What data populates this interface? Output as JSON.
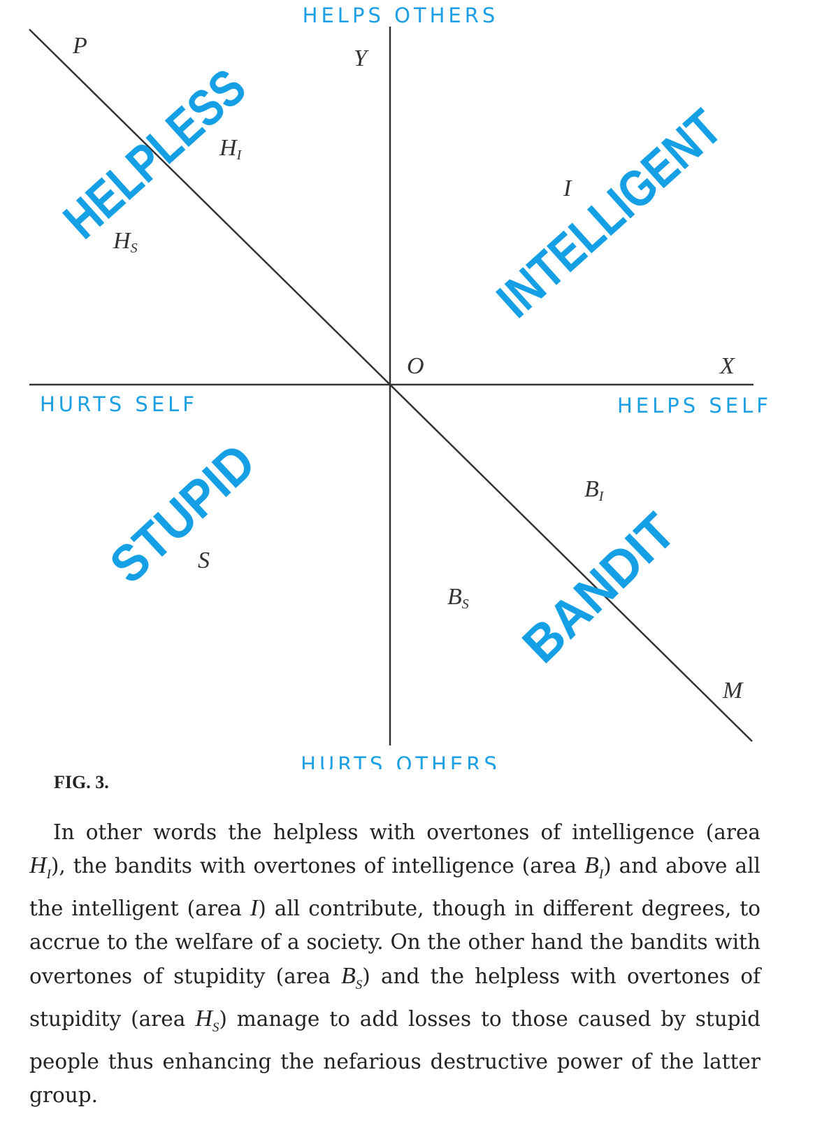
{
  "diagram": {
    "axis_labels": {
      "top": "HELPS OTHERS",
      "left": "HURTS SELF",
      "right": "HELPS SELF",
      "bottom": "HURTS OTHERS"
    },
    "points": {
      "P": "P",
      "Y": "Y",
      "H": "H",
      "I_sub": "I",
      "S_sub": "S",
      "I": "I",
      "O": "O",
      "X": "X",
      "B": "B",
      "S": "S",
      "M": "M"
    },
    "categories": {
      "helpless": "HELPLESS",
      "intelligent": "INTELLIGENT",
      "stupid": "STUPID",
      "bandit": "BANDIT"
    },
    "accent_color": "#15a0e6"
  },
  "caption": {
    "figure_label": "FIG. 3.",
    "p1": "In other words the helpless with overtones of intelligence (area ",
    "p2": "), the bandits with overtones of intelligence (area ",
    "p3": ") and above all the intelligent (area ",
    "p4": ") all contribute, though in different degrees, to accrue to the welfare of a society. On the other hand the bandits with overtones of stupidity (area ",
    "p5": ") and the helpless with overtones of stupidity (area ",
    "p6": ") manage to add losses to those caused by stupid people thus enhancing the nefarious destructive power of the latter group.",
    "H": "H",
    "B": "B",
    "I": "I",
    "S": "S"
  }
}
